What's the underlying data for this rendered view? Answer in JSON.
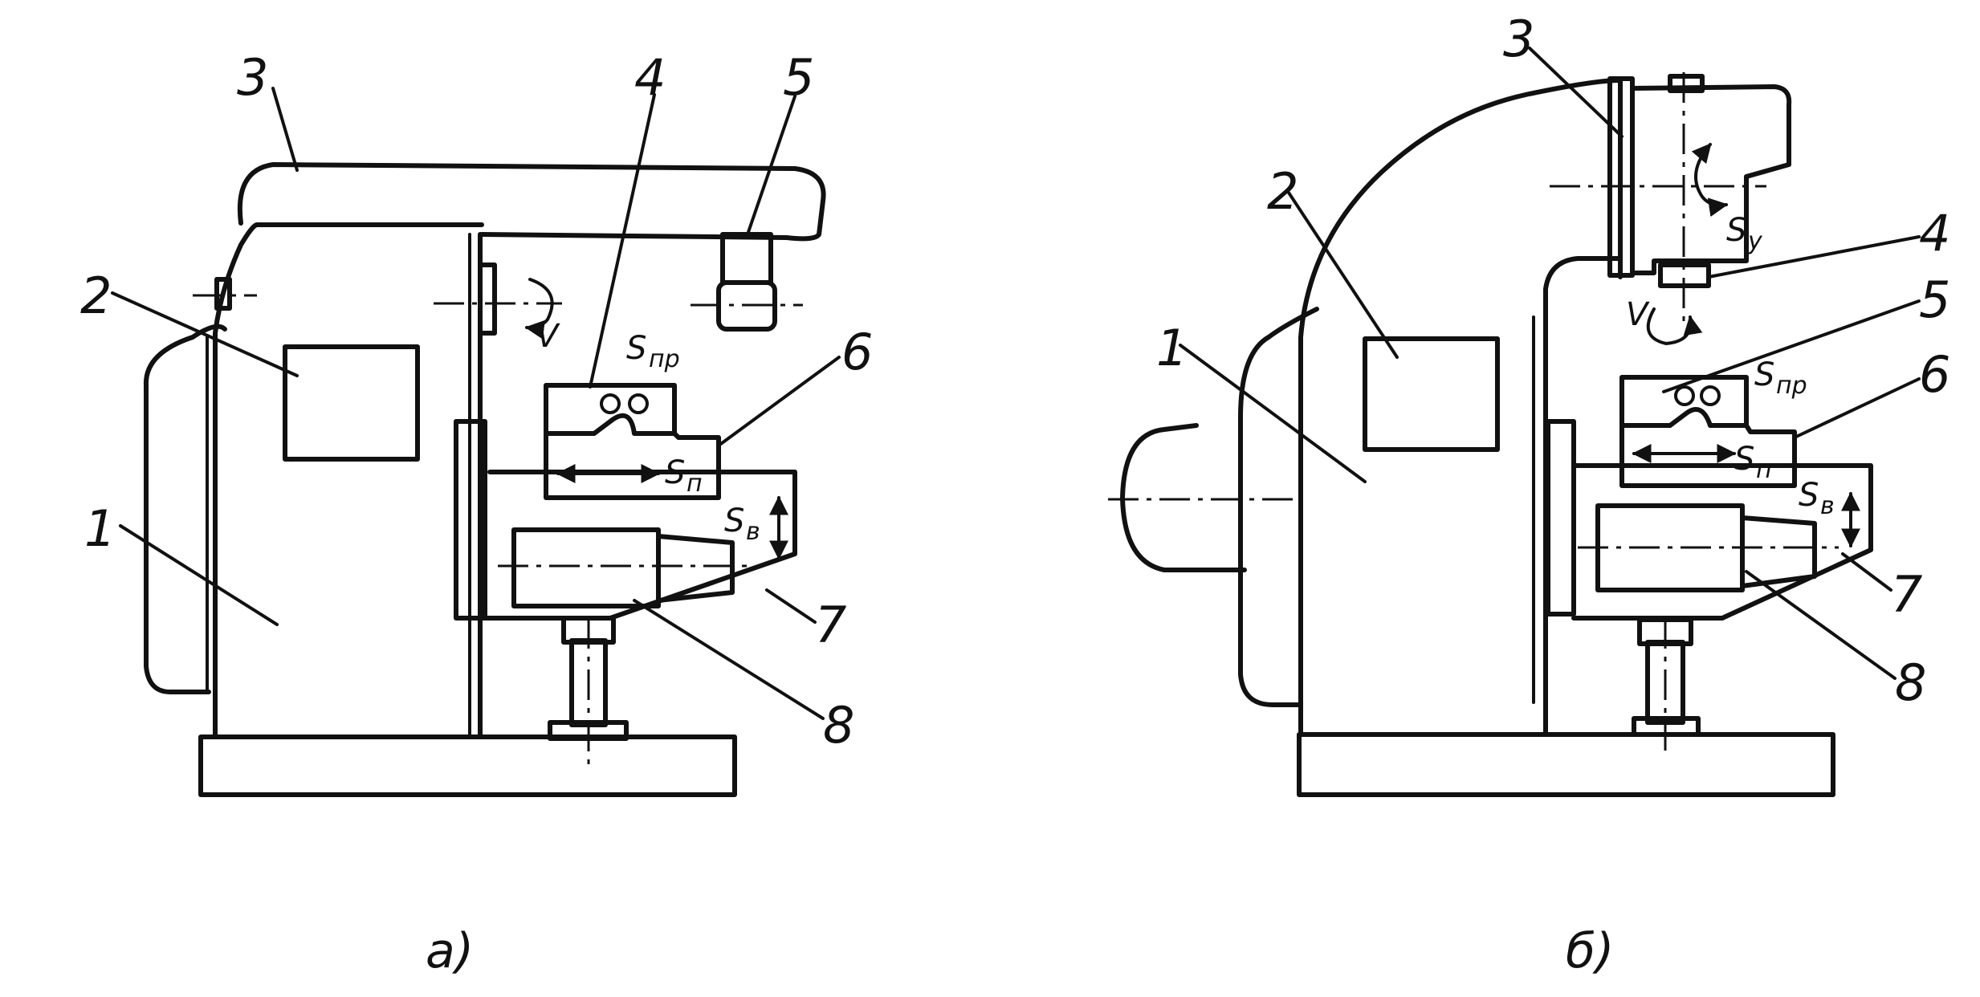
{
  "figure_a": {
    "caption": "а)",
    "labels": [
      "1",
      "2",
      "3",
      "4",
      "5",
      "6",
      "7",
      "8"
    ],
    "symbols": {
      "v": "V",
      "s_pr": "S",
      "s_pr_sub": "пр",
      "s_p": "S",
      "s_p_sub": "п",
      "s_v": "S",
      "s_v_sub": "в"
    }
  },
  "figure_b": {
    "caption": "б)",
    "labels": [
      "1",
      "2",
      "3",
      "4",
      "5",
      "6",
      "7",
      "8"
    ],
    "symbols": {
      "v": "V",
      "s_y": "S",
      "s_y_sub": "у",
      "s_pr": "S",
      "s_pr_sub": "пр",
      "s_p": "S",
      "s_p_sub": "п",
      "s_v": "S",
      "s_v_sub": "в"
    }
  }
}
